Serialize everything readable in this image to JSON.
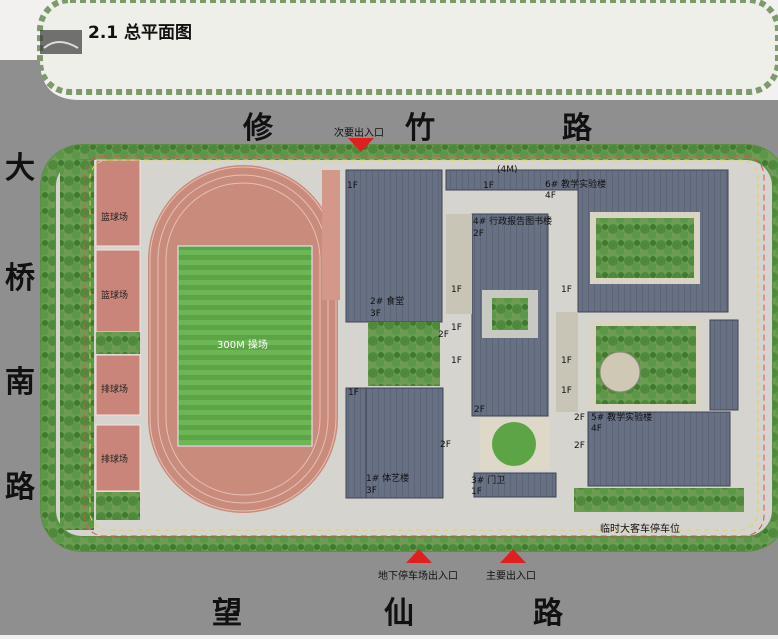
{
  "header": {
    "title": "2.1 总平面图"
  },
  "roads": {
    "north": [
      "修",
      "竹",
      "路"
    ],
    "south": [
      "望",
      "仙",
      "路"
    ],
    "west": [
      "大",
      "桥",
      "南",
      "路"
    ]
  },
  "entrances": {
    "secondary": "次要出入口",
    "underground_parking": "地下停车场出入口",
    "main": "主要出入口"
  },
  "courts": {
    "basketball_1": "篮球场",
    "basketball_2": "篮球场",
    "volleyball_1": "排球场",
    "volleyball_2": "排球场"
  },
  "field": {
    "label": "300M 操场"
  },
  "buildings": {
    "canteen_name": "2# 食堂",
    "canteen_floors": "3F",
    "arts_name": "1# 体艺楼",
    "arts_floors": "3F",
    "admin_name": "4# 行政报告图书楼",
    "admin_floors": "2F",
    "teaching6_name": "6# 教学实验楼",
    "teaching6_floors": "4F",
    "teaching5_name": "5# 教学实验楼",
    "teaching5_floors": "4F",
    "gate_name": "3# 门卫",
    "gate_floors": "1F",
    "setback": "(4M)"
  },
  "floor_marks": [
    "1F",
    "1F",
    "2F",
    "1F",
    "1F",
    "1F",
    "2F",
    "2F",
    "1F",
    "1F",
    "1F",
    "2F",
    "2F",
    "1F"
  ],
  "parking": {
    "label": "临时大客车停车位"
  },
  "colors": {
    "road": "#8f8f8f",
    "track": "#c98b7c",
    "field": "#5fa84a",
    "building": "#6a7385",
    "vegetation": "#4f8a3c",
    "entrance_marker": "#e02020",
    "court": "#c9857a"
  }
}
